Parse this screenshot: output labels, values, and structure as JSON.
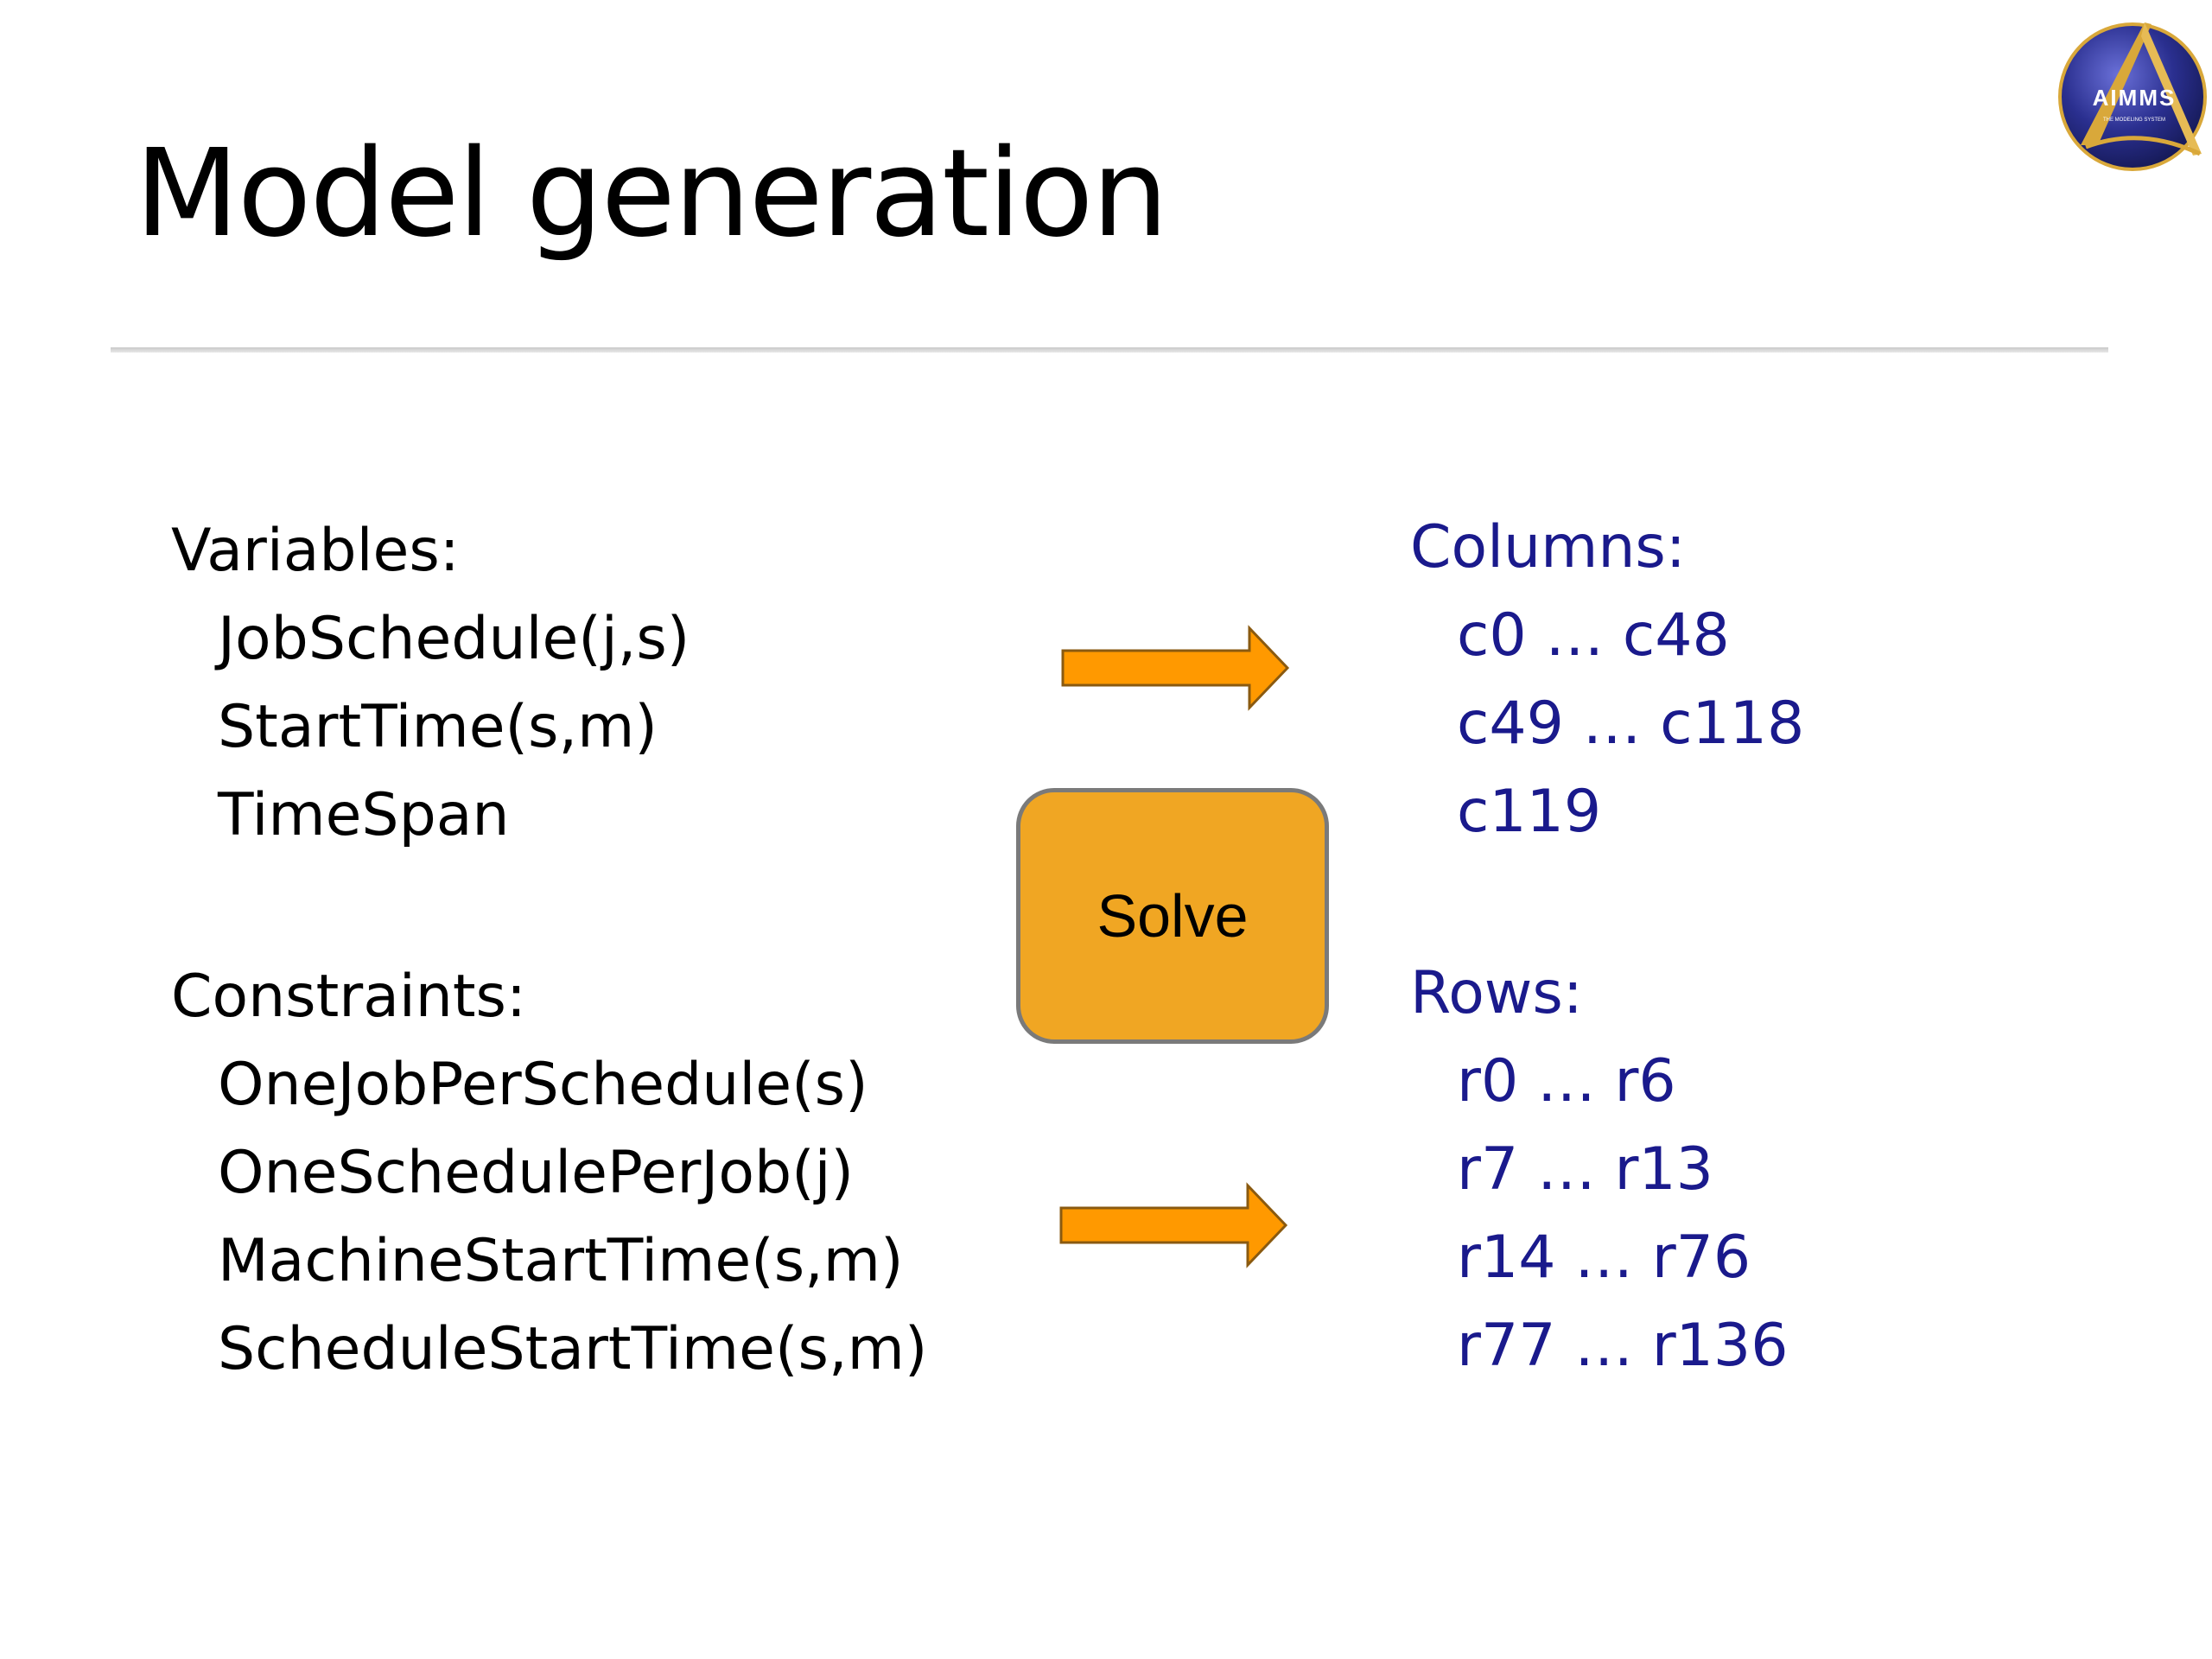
{
  "slide": {
    "title": "Model generation"
  },
  "left": {
    "variables_heading": "Variables:",
    "variables": [
      "JobSchedule(j,s)",
      "StartTime(s,m)",
      "TimeSpan"
    ],
    "constraints_heading": "Constraints:",
    "constraints": [
      "OneJobPerSchedule(s)",
      "OneSchedulePerJob(j)",
      "MachineStartTime(s,m)",
      "ScheduleStartTime(s,m)"
    ]
  },
  "right": {
    "columns_heading": "Columns:",
    "columns": [
      "c0 … c48",
      "c49 … c118",
      "c119"
    ],
    "rows_heading": "Rows:",
    "rows": [
      "r0 … r6",
      "r7 … r13",
      "r14 … r76",
      "r77 … r136"
    ]
  },
  "solve": {
    "label": "Solve"
  },
  "logo": {
    "text": "AIMMS",
    "tagline": "THE MODELING SYSTEM",
    "icon": "aimms-logo-icon"
  },
  "colors": {
    "right_text": "#1a1a8c",
    "arrow_fill": "#ff9900",
    "solve_fill": "#f0a623",
    "logo_blue": "#2a2f8f",
    "logo_gold": "#d9a83a"
  }
}
